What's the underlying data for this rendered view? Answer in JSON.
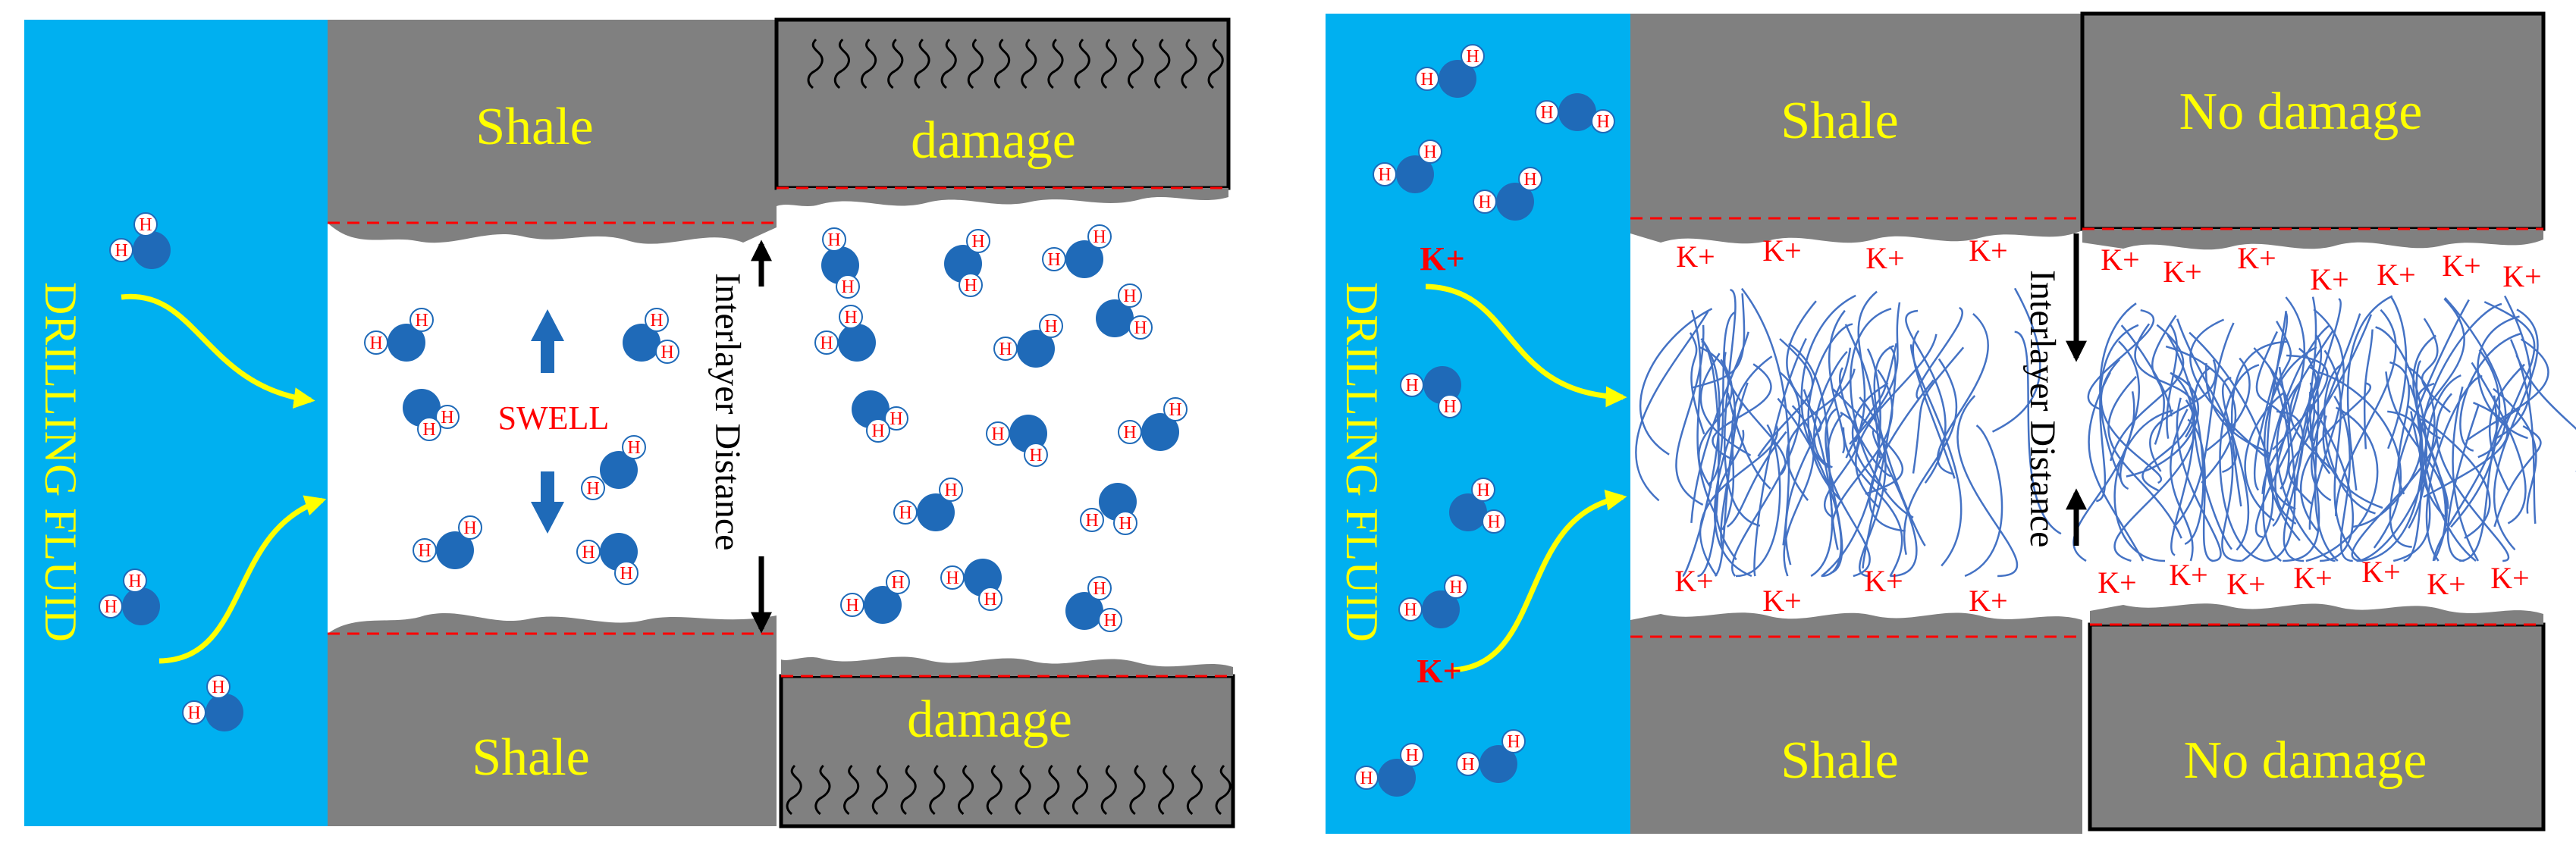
{
  "colors": {
    "fluid": "#00b0f0",
    "shale": "#808080",
    "fluid_text": "#ffff00",
    "shale_text": "#ffff00",
    "red_text": "#ff0000",
    "arrow_yellow": "#ffff00",
    "molecule_blue": "#1f6ab8",
    "hydrogen_fill": "#ffffff",
    "hydrogen_text": "#ff0000",
    "polymer_blue": "#4472c4",
    "dashed_red": "#ff0000"
  },
  "left_panel": {
    "fluid_label": "DRILLING FLUID",
    "shale_top_label": "Shale",
    "shale_bottom_label": "Shale",
    "damage_top_label": "damage",
    "damage_bottom_label": "damage",
    "swell_label": "SWELL",
    "interlayer_label": "Interlayer Distance",
    "hydrogen_symbol": "H"
  },
  "right_panel": {
    "fluid_label": "DRILLING FLUID",
    "shale_top_label": "Shale",
    "shale_bottom_label": "Shale",
    "no_damage_top_label": "No damage",
    "no_damage_bottom_label": "No damage",
    "interlayer_label": "Interlayer Distance",
    "potassium_label": "K+",
    "hydrogen_symbol": "H"
  }
}
